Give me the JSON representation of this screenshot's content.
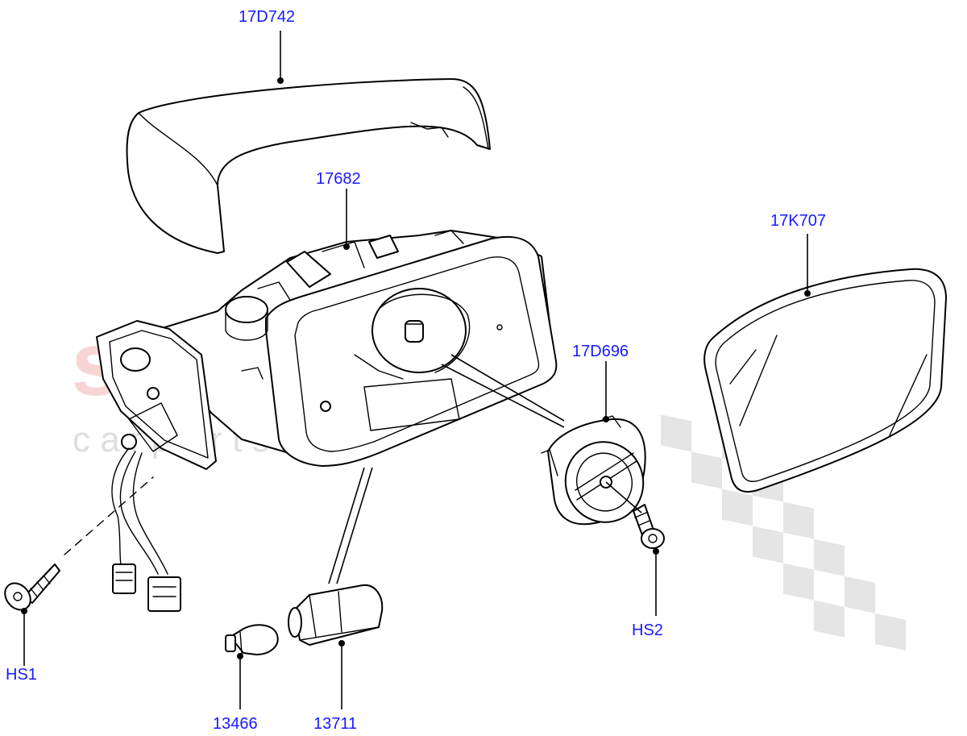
{
  "watermark": {
    "brand": "scuderia",
    "sub": "c a r   p a r t s",
    "brand_color": "#f2b4b4",
    "sub_color": "#d7d7d7"
  },
  "colors": {
    "callout": "#1a1aff",
    "line": "#000000",
    "background": "#ffffff"
  },
  "callouts": {
    "cover": "17D742",
    "housing": "17682",
    "glass": "17K707",
    "actuator": "17D696",
    "screw_hs2": "HS2",
    "screw_hs1": "HS1",
    "bulb": "13466",
    "lamp": "13711"
  }
}
